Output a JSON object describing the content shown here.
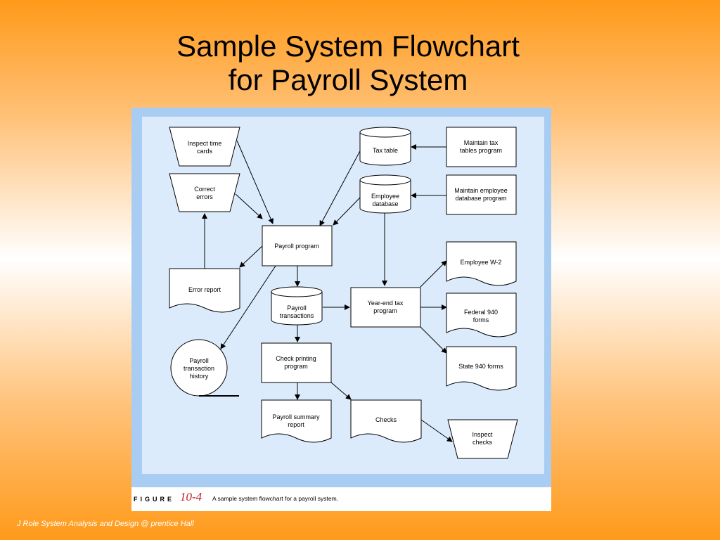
{
  "slide": {
    "title_line1": "Sample System Flowchart",
    "title_line2": "for Payroll System",
    "footer": "J Role System Analysis and Design @ prentice Hall"
  },
  "figure": {
    "label": "FIGURE",
    "number": "10-4",
    "caption": "A sample system flowchart for a payroll system."
  },
  "nodes": {
    "inspect_time_cards": [
      "Inspect time",
      "cards"
    ],
    "correct_errors": [
      "Correct",
      "errors"
    ],
    "tax_table": [
      "Tax table"
    ],
    "employee_database": [
      "Employee",
      "database"
    ],
    "maintain_tax_tables": [
      "Maintain tax",
      "tables program"
    ],
    "maintain_employee_db": [
      "Maintain employee",
      "database program"
    ],
    "payroll_program": [
      "Payroll program"
    ],
    "error_report": [
      "Error report"
    ],
    "payroll_transactions": [
      "Payroll",
      "transactions"
    ],
    "year_end_tax_program": [
      "Year-end tax",
      "program"
    ],
    "employee_w2": [
      "Employee W-2"
    ],
    "federal_940_forms": [
      "Federal 940",
      "forms"
    ],
    "state_940_forms": [
      "State 940 forms"
    ],
    "payroll_transaction_history": [
      "Payroll",
      "transaction",
      "history"
    ],
    "check_printing_program": [
      "Check printing",
      "program"
    ],
    "payroll_summary_report": [
      "Payroll summary",
      "report"
    ],
    "checks": [
      "Checks"
    ],
    "inspect_checks": [
      "Inspect",
      "checks"
    ]
  },
  "colors": {
    "frame_border": "#a9cdf2",
    "frame_fill": "#dcebfb",
    "caption_number": "#b8222a"
  }
}
